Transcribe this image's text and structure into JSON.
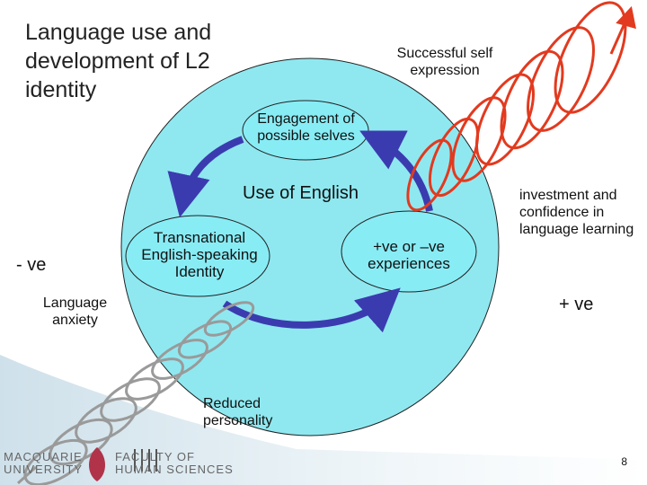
{
  "title": "Language use and development of L2 identity",
  "nodes": {
    "successful": "Successful self expression",
    "engagement": "Engagement of possible selves",
    "use_of_english": "Use of English",
    "transnational": "Transnational English-speaking Identity",
    "experiences": "+ve or –ve experiences",
    "investment": "investment and confidence in language learning",
    "neg_ve": "- ve",
    "pos_ve": "+ ve",
    "language_anxiety": "Language anxiety",
    "reduced_personality": "Reduced personality"
  },
  "footer": {
    "logo_left_line1": "MACQUARIE",
    "logo_left_line2": "UNIVERSITY",
    "logo_right_line1": "FACULTY OF",
    "logo_right_line2": "HUMAN SCIENCES",
    "page_number": "8"
  },
  "colors": {
    "big_circle": "#8fe8f0",
    "inner_ellipse": "#88ecf5",
    "arrow": "#3b3bb0",
    "spiral_up": "#e23a1f",
    "spiral_down": "#9a9a9a"
  }
}
